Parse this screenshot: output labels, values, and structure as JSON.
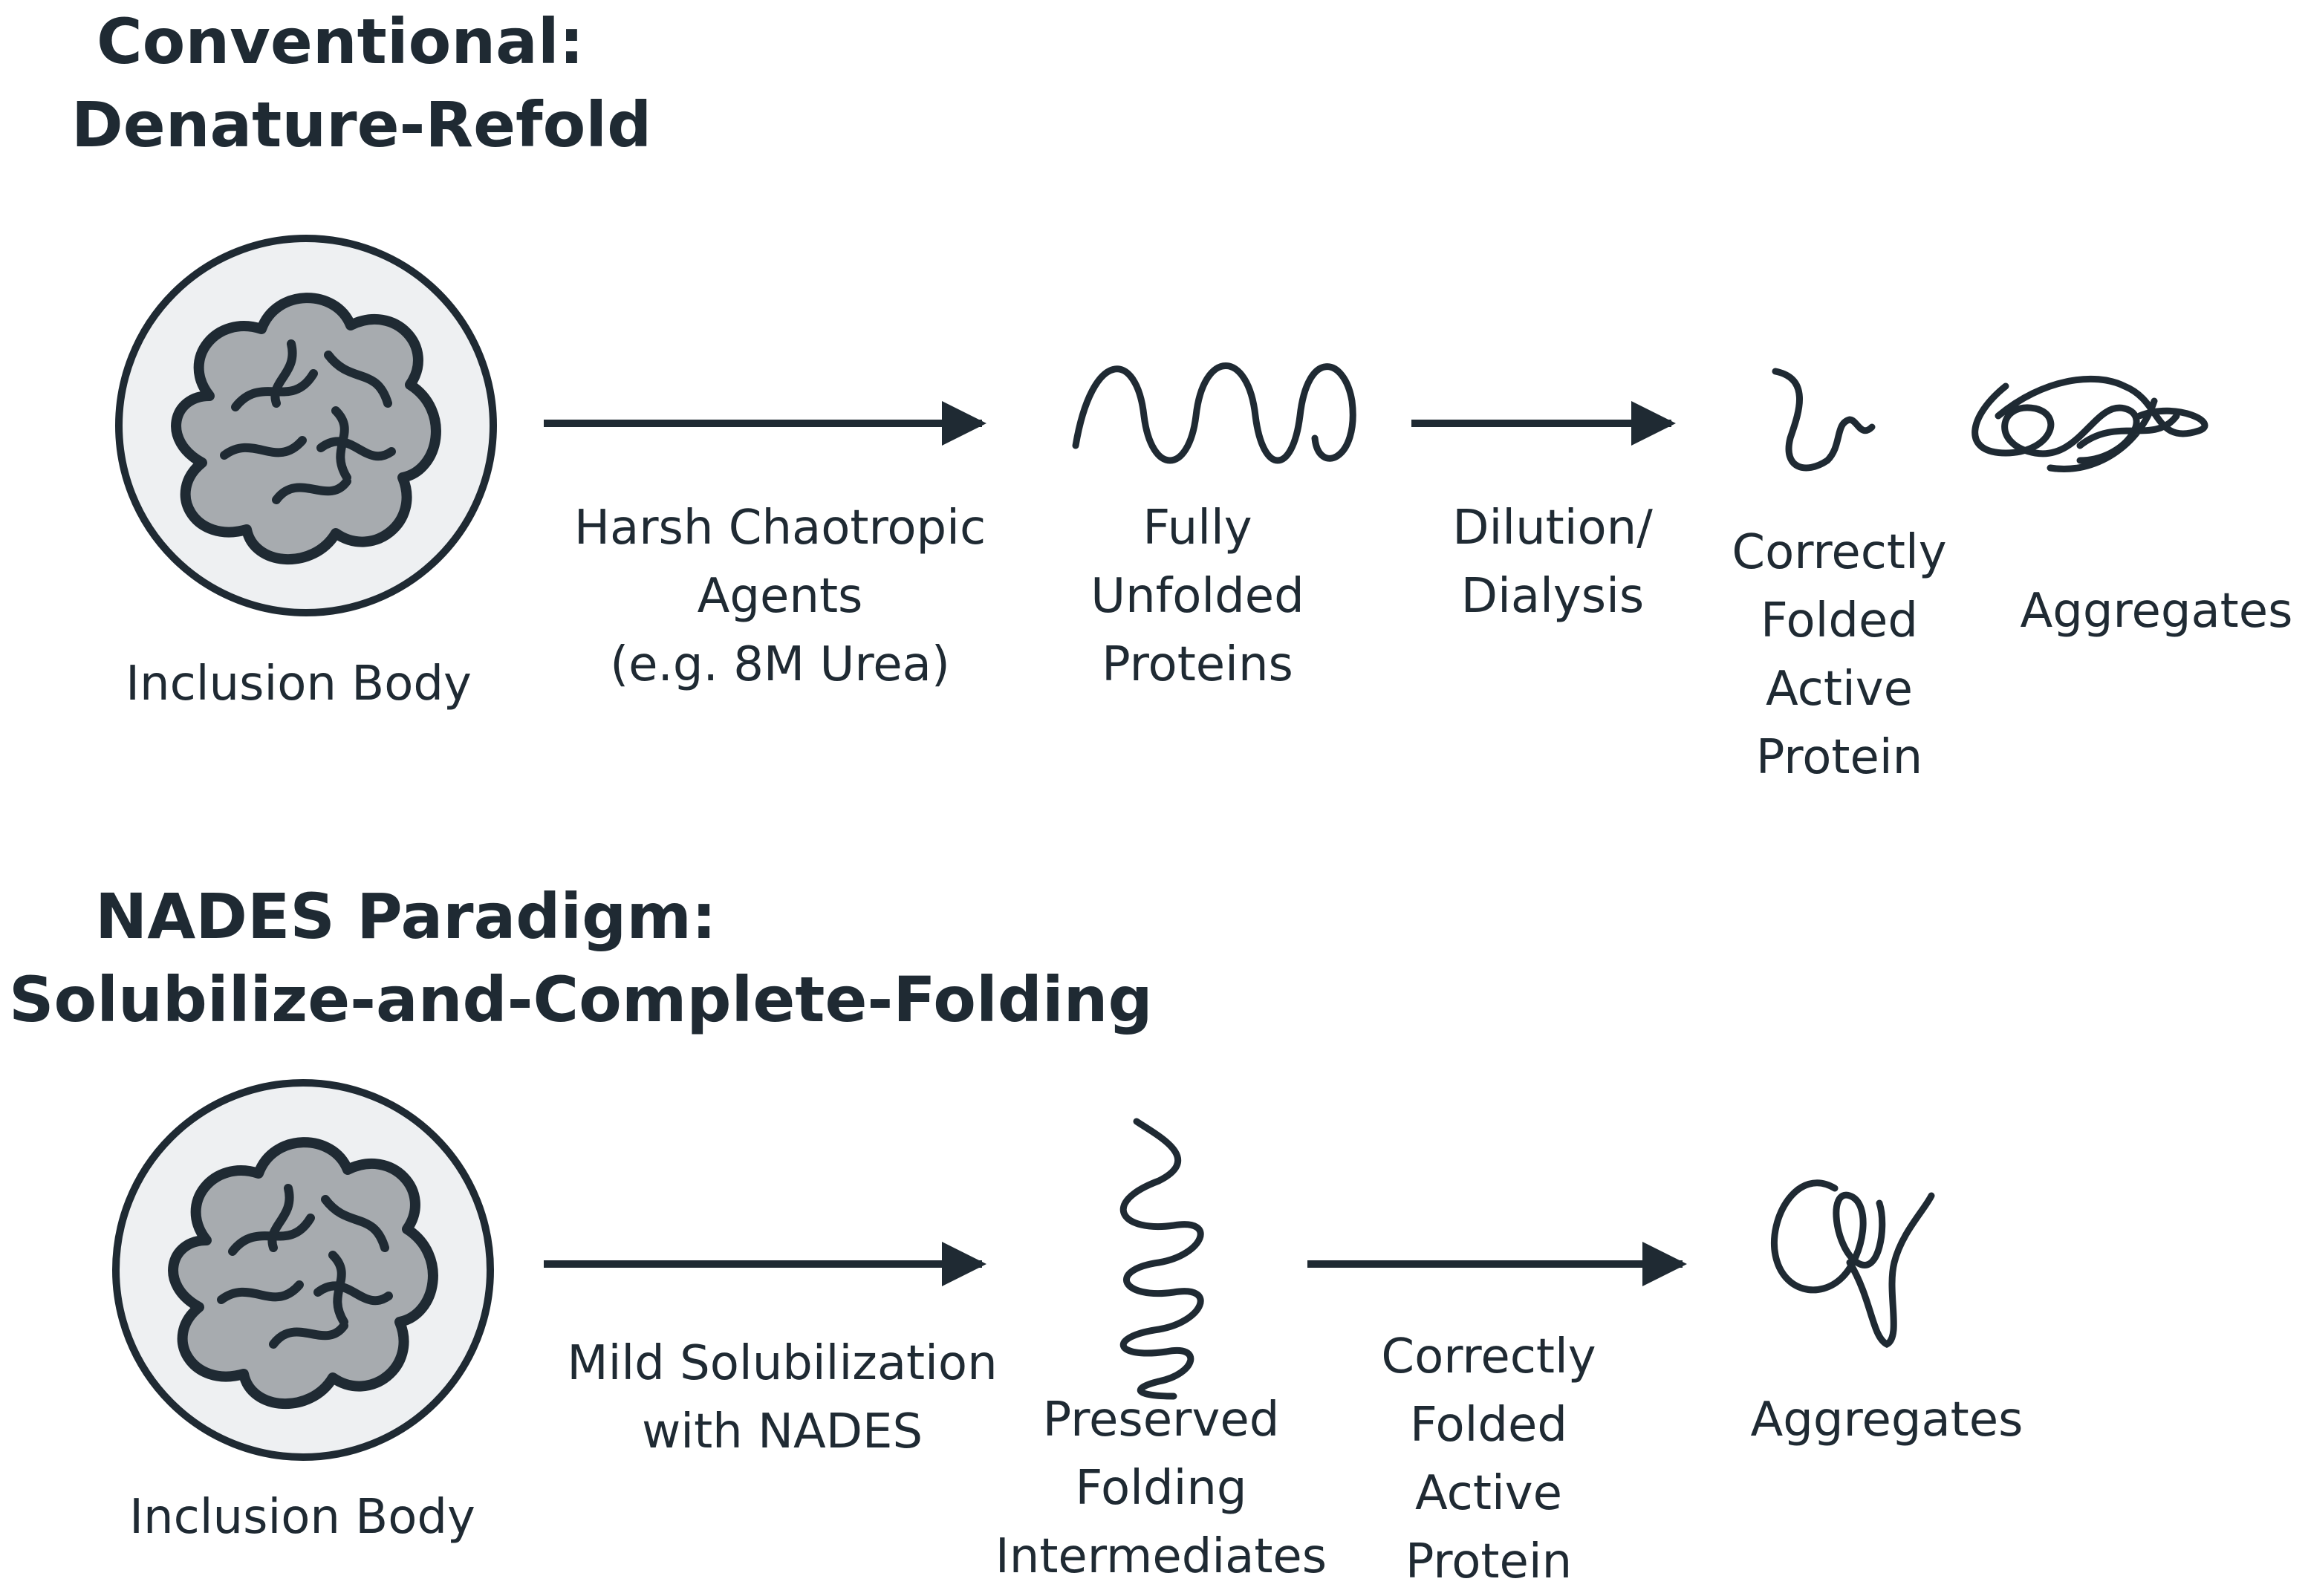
{
  "conventional": {
    "title_line1": "Conventional:",
    "title_line2": "Denature-Refold",
    "inclusion_body_label": "Inclusion Body",
    "step1_label": [
      "Harsh Chaotropic",
      "Agents",
      "(e.g. 8M Urea)"
    ],
    "intermediate_label": [
      "Fully",
      "Unfolded",
      "Proteins"
    ],
    "step2_label": [
      "Dilution/",
      "Dialysis"
    ],
    "folded_label": [
      "Correctly",
      "Folded",
      "Active",
      "Protein"
    ],
    "aggregates_label": "Aggregates"
  },
  "nades": {
    "title_line1": "NADES Paradigm:",
    "title_line2": "Solubilize-and-Complete-Folding",
    "inclusion_body_label": "Inclusion Body",
    "step1_label": [
      "Mild Solubilization",
      "with NADES"
    ],
    "intermediate_label": [
      "Preserved",
      "Folding",
      "Intermediates"
    ],
    "step2_label": [
      "Correctly",
      "Folded",
      "Active",
      "Protein"
    ],
    "aggregates_label": "Aggregates"
  },
  "colors": {
    "ink": "#1f2a33",
    "circle_fill": "#eef0f2",
    "blob_fill": "#a7abaf"
  }
}
